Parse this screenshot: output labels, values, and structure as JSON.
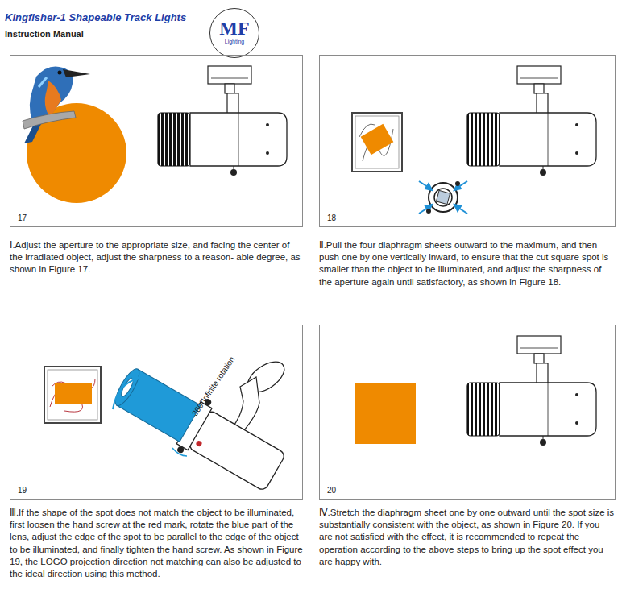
{
  "diagram": {
    "title": "Kingfisher-1 Shapeable Track Lights",
    "nodes": [
      {
        "text": [
          "MF",
          "Lighting"
        ]
      },
      {
        "text": [
          "17"
        ]
      },
      {
        "text": [
          "18"
        ]
      },
      {
        "text": [
          "19"
        ]
      },
      {
        "text": [
          "20"
        ]
      }
    ],
    "labels": [
      "Instruction Manual",
      "360°Infinite rotation",
      "Ⅰ.Adjust the aperture to the appropriate size, and facing the center of the irradiated object, adjust the sharpness to a reason- able degree, as shown in Figure 17.",
      "Ⅱ.Pull the four diaphragm sheets outward to the maximum, and then push one by one vertically inward, to ensure that the cut square spot is smaller than the object to be illuminated, and adjust the sharpness of the aperture again until satisfactory, as shown in Figure 18.",
      "Ⅲ.If the shape of the spot does not match the object to be illuminated, first loosen the hand screw at the red mark, rotate the blue part of the lens, adjust the edge of the spot to be parallel to the edge of the object to be illuminated, and finally tighten the hand screw. As shown in Figure 19, the LOGO projection direction not matching can also be adjusted to the ideal direction using this method.",
      "Ⅳ.Stretch the diaphragm sheet one by one outward until the spot size is substantially consistent with the object, as shown in Figure 20. If you are not satisfied with the effect, it is recommended to repeat the operation according to the above steps to bring up the spot effect you are happy with."
    ]
  }
}
